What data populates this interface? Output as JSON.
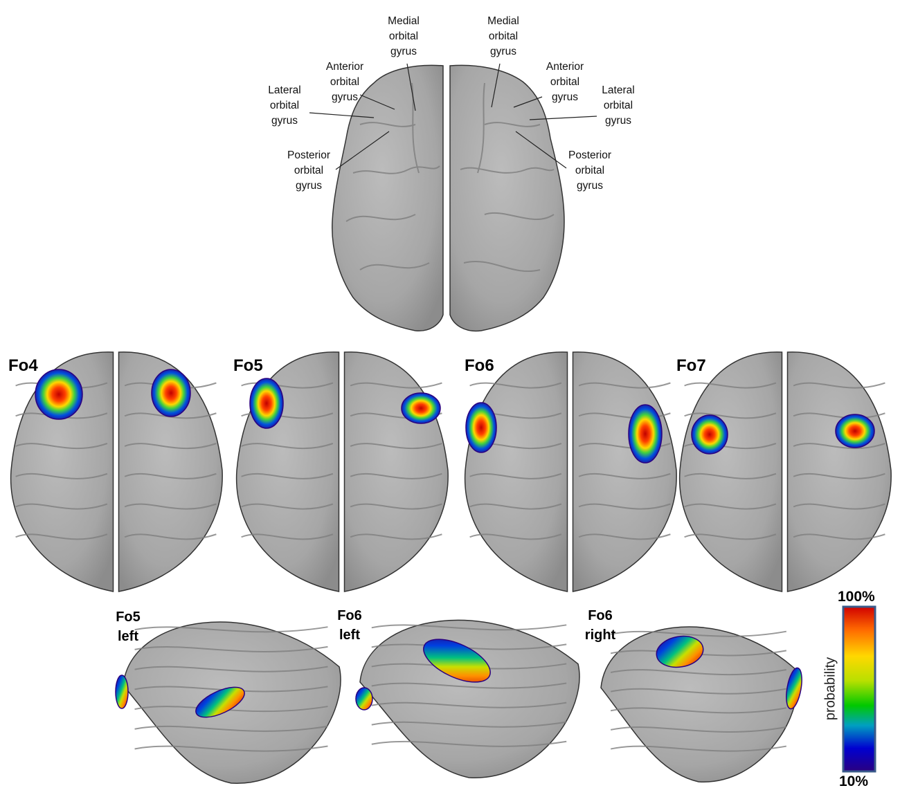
{
  "top_view": {
    "labels_left": [
      {
        "id": "medial",
        "text": "Medial\norbital\ngyrus"
      },
      {
        "id": "anterior",
        "text": "Anterior\norbital\ngyrus"
      },
      {
        "id": "lateral",
        "text": "Lateral\norbital\ngyrus"
      },
      {
        "id": "posterior",
        "text": "Posterior\norbital\ngyrus"
      }
    ],
    "labels_right": [
      {
        "id": "medial",
        "text": "Medial\norbital\ngyrus"
      },
      {
        "id": "anterior",
        "text": "Anterior\norbital\ngyrus"
      },
      {
        "id": "lateral",
        "text": "Lateral\norbital\ngyrus"
      },
      {
        "id": "posterior",
        "text": "Posterior\norbital\ngyrus"
      }
    ]
  },
  "ventral_maps": [
    {
      "label": "Fo4"
    },
    {
      "label": "Fo5"
    },
    {
      "label": "Fo6"
    },
    {
      "label": "Fo7"
    }
  ],
  "lateral_maps": [
    {
      "label": "Fo5\nleft"
    },
    {
      "label": "Fo6\nleft"
    },
    {
      "label": "Fo6\nright"
    }
  ],
  "colorbar": {
    "max_label": "100%",
    "min_label": "10%",
    "title": "probability",
    "stops": [
      "#d00000",
      "#ff6a00",
      "#ffd800",
      "#b8e000",
      "#00c800",
      "#00a0c0",
      "#0000d0",
      "#2a0080"
    ]
  },
  "colors": {
    "brain": "#a9a9a9",
    "brain_dark": "#8a8a8a",
    "brain_light": "#c8c8c8",
    "outline": "#333333"
  }
}
